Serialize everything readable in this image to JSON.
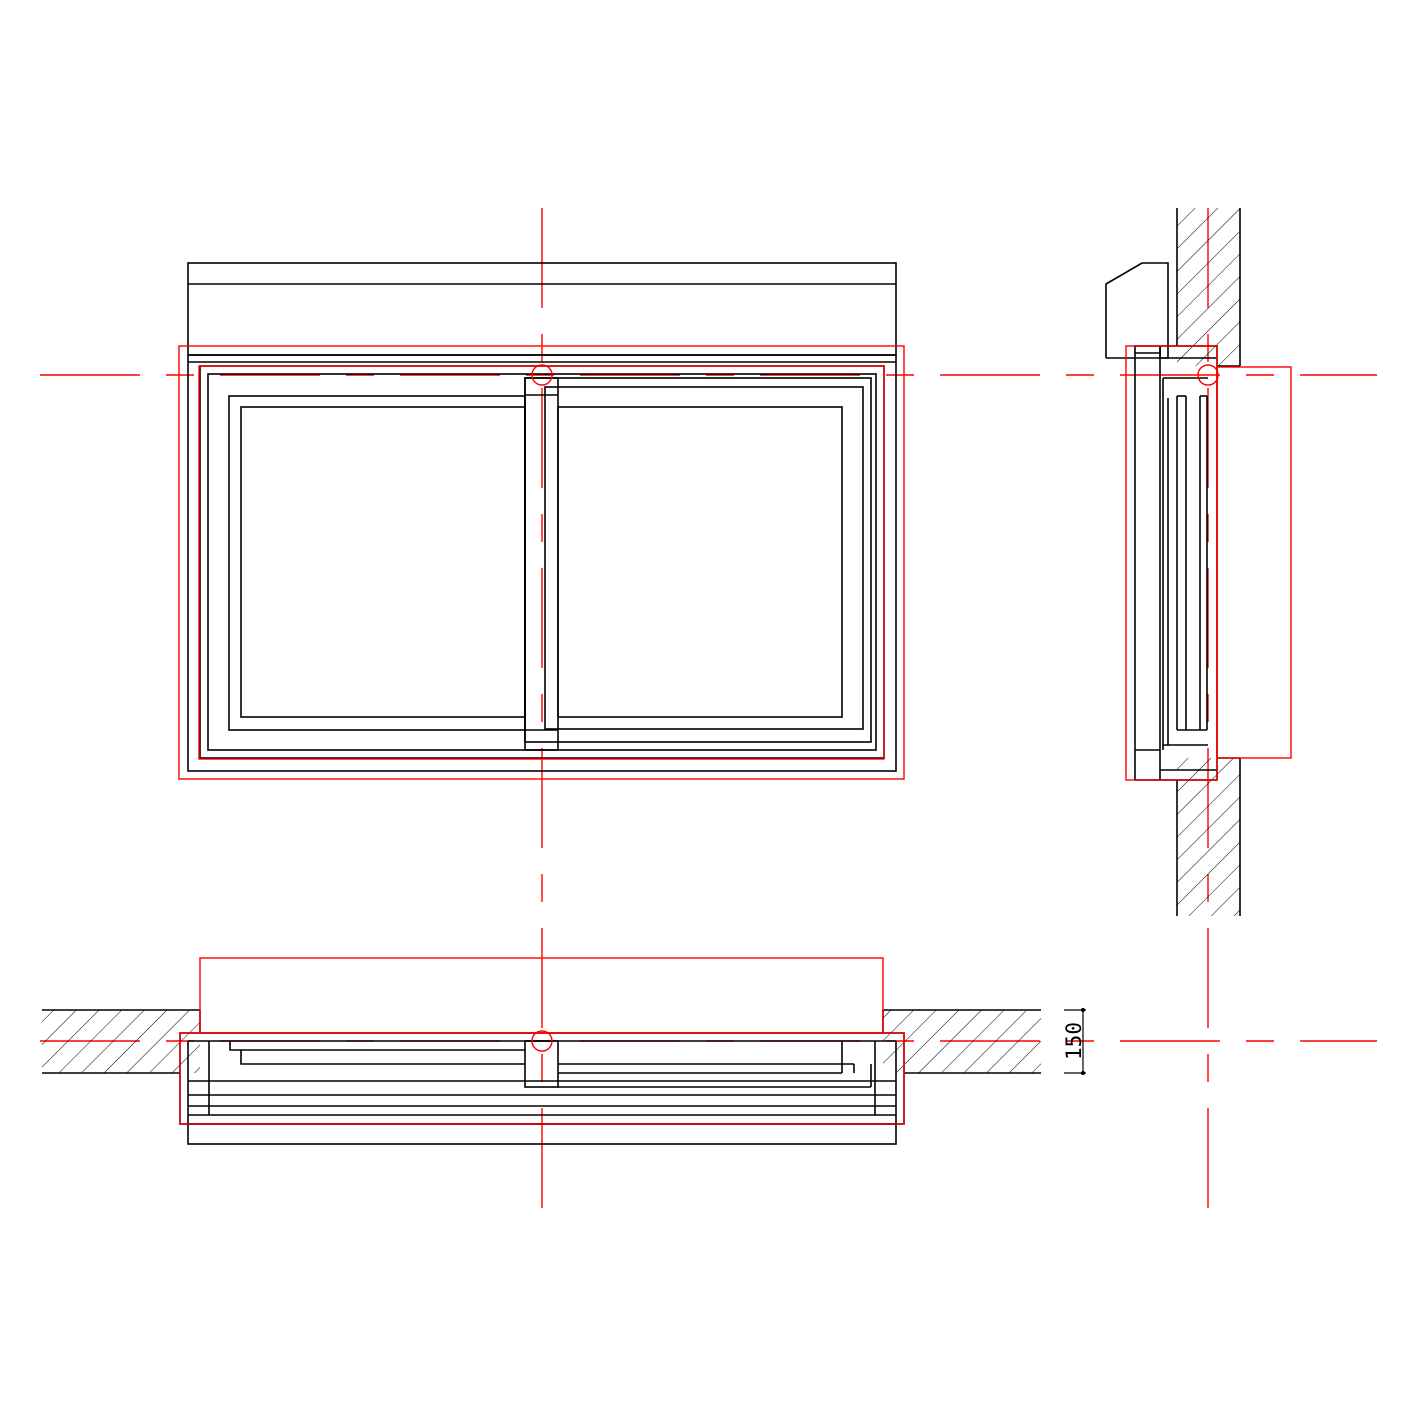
{
  "drawing": {
    "dimension_label": "150",
    "colors": {
      "outline": "#000000",
      "reference": "#ff0000",
      "background": "#ffffff"
    },
    "views": [
      "elevation",
      "section",
      "plan"
    ]
  }
}
